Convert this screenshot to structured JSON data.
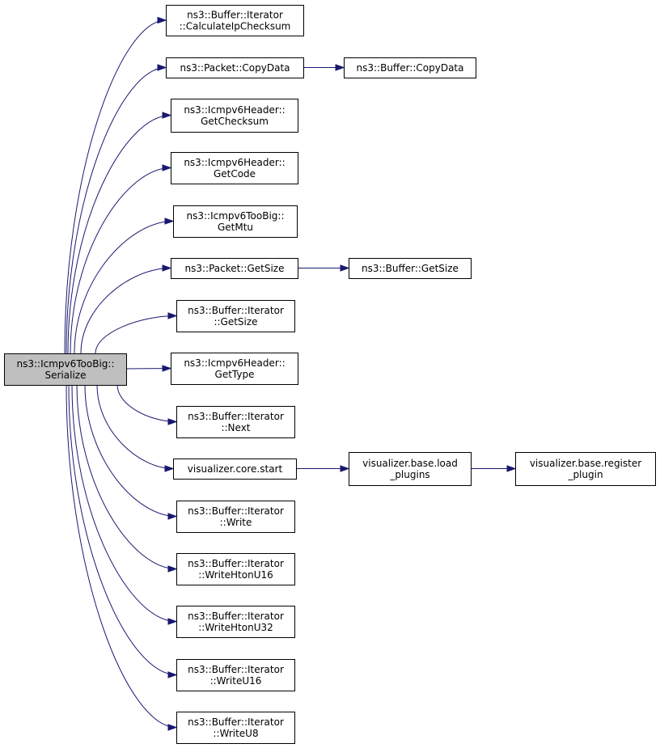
{
  "graph": {
    "root": {
      "id": "root",
      "lines": [
        "ns3::Icmpv6TooBig::",
        "Serialize"
      ]
    },
    "nodes": [
      {
        "id": "calc_ip_checksum",
        "lines": [
          "ns3::Buffer::Iterator",
          "::CalculateIpChecksum"
        ]
      },
      {
        "id": "packet_copydata",
        "lines": [
          "ns3::Packet::CopyData"
        ]
      },
      {
        "id": "buffer_copydata",
        "lines": [
          "ns3::Buffer::CopyData"
        ]
      },
      {
        "id": "get_checksum",
        "lines": [
          "ns3::Icmpv6Header::",
          "GetChecksum"
        ]
      },
      {
        "id": "get_code",
        "lines": [
          "ns3::Icmpv6Header::",
          "GetCode"
        ]
      },
      {
        "id": "get_mtu",
        "lines": [
          "ns3::Icmpv6TooBig::",
          "GetMtu"
        ]
      },
      {
        "id": "packet_getsize",
        "lines": [
          "ns3::Packet::GetSize"
        ]
      },
      {
        "id": "buffer_getsize",
        "lines": [
          "ns3::Buffer::GetSize"
        ]
      },
      {
        "id": "iterator_getsize",
        "lines": [
          "ns3::Buffer::Iterator",
          "::GetSize"
        ]
      },
      {
        "id": "get_type",
        "lines": [
          "ns3::Icmpv6Header::",
          "GetType"
        ]
      },
      {
        "id": "iterator_next",
        "lines": [
          "ns3::Buffer::Iterator",
          "::Next"
        ]
      },
      {
        "id": "vis_core_start",
        "lines": [
          "visualizer.core.start"
        ]
      },
      {
        "id": "vis_load_plugins",
        "lines": [
          "visualizer.base.load",
          "_plugins"
        ]
      },
      {
        "id": "vis_register_plugin",
        "lines": [
          "visualizer.base.register",
          "_plugin"
        ]
      },
      {
        "id": "iterator_write",
        "lines": [
          "ns3::Buffer::Iterator",
          "::Write"
        ]
      },
      {
        "id": "write_hton_u16",
        "lines": [
          "ns3::Buffer::Iterator",
          "::WriteHtonU16"
        ]
      },
      {
        "id": "write_hton_u32",
        "lines": [
          "ns3::Buffer::Iterator",
          "::WriteHtonU32"
        ]
      },
      {
        "id": "write_u16",
        "lines": [
          "ns3::Buffer::Iterator",
          "::WriteU16"
        ]
      },
      {
        "id": "write_u8",
        "lines": [
          "ns3::Buffer::Iterator",
          "::WriteU8"
        ]
      }
    ],
    "edges": [
      {
        "from": "root",
        "to": "calc_ip_checksum"
      },
      {
        "from": "root",
        "to": "packet_copydata"
      },
      {
        "from": "root",
        "to": "get_checksum"
      },
      {
        "from": "root",
        "to": "get_code"
      },
      {
        "from": "root",
        "to": "get_mtu"
      },
      {
        "from": "root",
        "to": "packet_getsize"
      },
      {
        "from": "root",
        "to": "iterator_getsize"
      },
      {
        "from": "root",
        "to": "get_type"
      },
      {
        "from": "root",
        "to": "iterator_next"
      },
      {
        "from": "root",
        "to": "vis_core_start"
      },
      {
        "from": "root",
        "to": "iterator_write"
      },
      {
        "from": "root",
        "to": "write_hton_u16"
      },
      {
        "from": "root",
        "to": "write_hton_u32"
      },
      {
        "from": "root",
        "to": "write_u16"
      },
      {
        "from": "root",
        "to": "write_u8"
      },
      {
        "from": "packet_copydata",
        "to": "buffer_copydata"
      },
      {
        "from": "packet_getsize",
        "to": "buffer_getsize"
      },
      {
        "from": "vis_core_start",
        "to": "vis_load_plugins"
      },
      {
        "from": "vis_load_plugins",
        "to": "vis_register_plugin"
      }
    ],
    "colors": {
      "edge": "#191970",
      "root_fill": "#bfbfbf",
      "node_fill": "#ffffff",
      "border": "#000000"
    }
  }
}
